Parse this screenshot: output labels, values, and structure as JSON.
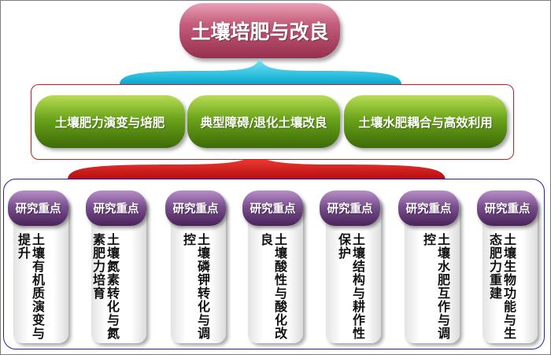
{
  "title": "土壤培肥与改良",
  "themes": [
    "土壤肥力演变与培肥",
    "典型障碍/退化土壤改良",
    "土壤水肥耦合与高效利用"
  ],
  "focus_label": "研究重点",
  "focus_items": [
    {
      "text": "土壤有机质演变与提升"
    },
    {
      "text": "土壤氮素转化与氮素肥力培育"
    },
    {
      "text": "土壤磷钾转化与调控"
    },
    {
      "text": "土壤酸性与酸化改良"
    },
    {
      "text": "土壤结构与耕作性保护"
    },
    {
      "text": "土壤水肥互作与调控"
    },
    {
      "text": "土壤生物功能与生态肥力重建"
    }
  ]
}
